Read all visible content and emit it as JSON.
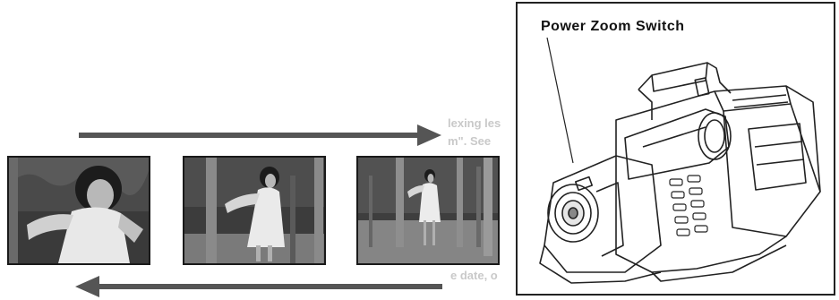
{
  "camera_panel": {
    "callout_label": "Power Zoom Switch",
    "icon": "camcorder-illustration"
  },
  "zoom_sequence": {
    "arrow_top_direction": "right",
    "arrow_bottom_direction": "left",
    "frames": [
      {
        "name": "frame-close-up",
        "icon": "photo-close-up"
      },
      {
        "name": "frame-medium",
        "icon": "photo-medium-shot"
      },
      {
        "name": "frame-wide",
        "icon": "photo-wide-shot"
      }
    ]
  },
  "colors": {
    "arrow": "#555555",
    "ink": "#111111",
    "photo_dark": "#2a2a2a"
  }
}
